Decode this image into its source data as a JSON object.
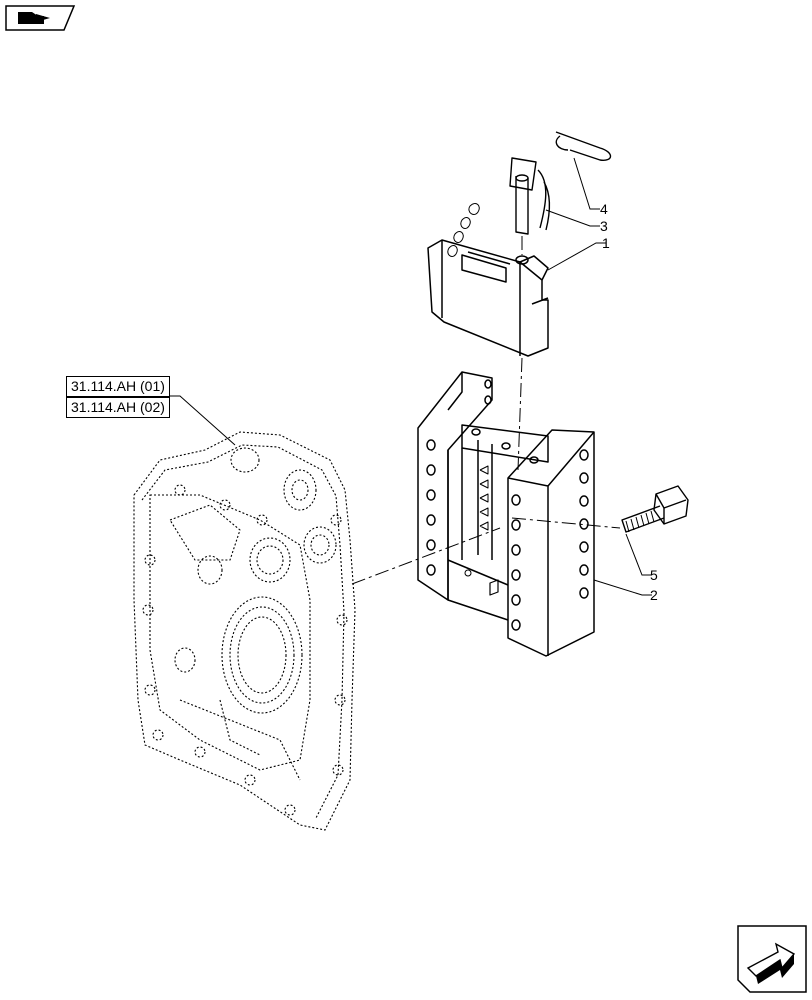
{
  "reference_links": [
    "31.114.AH (01)",
    "31.114.AH (02)"
  ],
  "callouts": [
    "1",
    "2",
    "3",
    "4",
    "5"
  ],
  "nav": {
    "top_icon": "book-arrow-icon",
    "bottom_icon": "next-page-arrow-icon"
  },
  "colors": {
    "line": "#000000",
    "background": "#ffffff"
  }
}
